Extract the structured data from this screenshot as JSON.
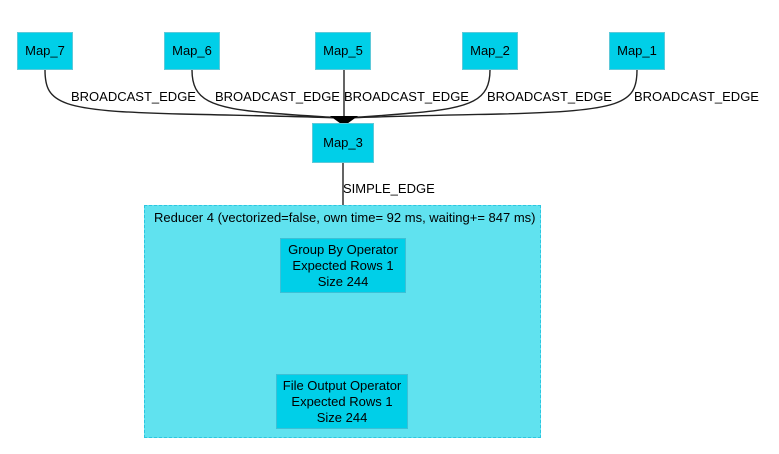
{
  "colors": {
    "node_fill": "#00cfe8",
    "cluster_fill": "#60e2ef",
    "cluster_border": "#2cc6e0",
    "edge": "#222222",
    "highlight_edge": "#dd1111"
  },
  "map_nodes": [
    {
      "id": "map-7",
      "label": "Map_7"
    },
    {
      "id": "map-6",
      "label": "Map_6"
    },
    {
      "id": "map-5",
      "label": "Map_5"
    },
    {
      "id": "map-2",
      "label": "Map_2"
    },
    {
      "id": "map-1",
      "label": "Map_1"
    }
  ],
  "map3": {
    "label": "Map_3"
  },
  "edge_labels": {
    "e1": "BROADCAST_EDGE",
    "e2": "BROADCAST_EDGE",
    "e3": "BROADCAST_EDGE",
    "e4": "BROADCAST_EDGE",
    "e5": "BROADCAST_EDGE",
    "simple": "SIMPLE_EDGE"
  },
  "reducer": {
    "title": "Reducer 4 (vectorized=false, own time= 92 ms, waiting+= 847 ms)",
    "group_by": {
      "line1": "Group By Operator",
      "line2": "Expected Rows 1",
      "line3": "Size 244"
    },
    "file_output": {
      "line1": "File Output Operator",
      "line2": "Expected Rows 1",
      "line3": "Size 244"
    }
  }
}
